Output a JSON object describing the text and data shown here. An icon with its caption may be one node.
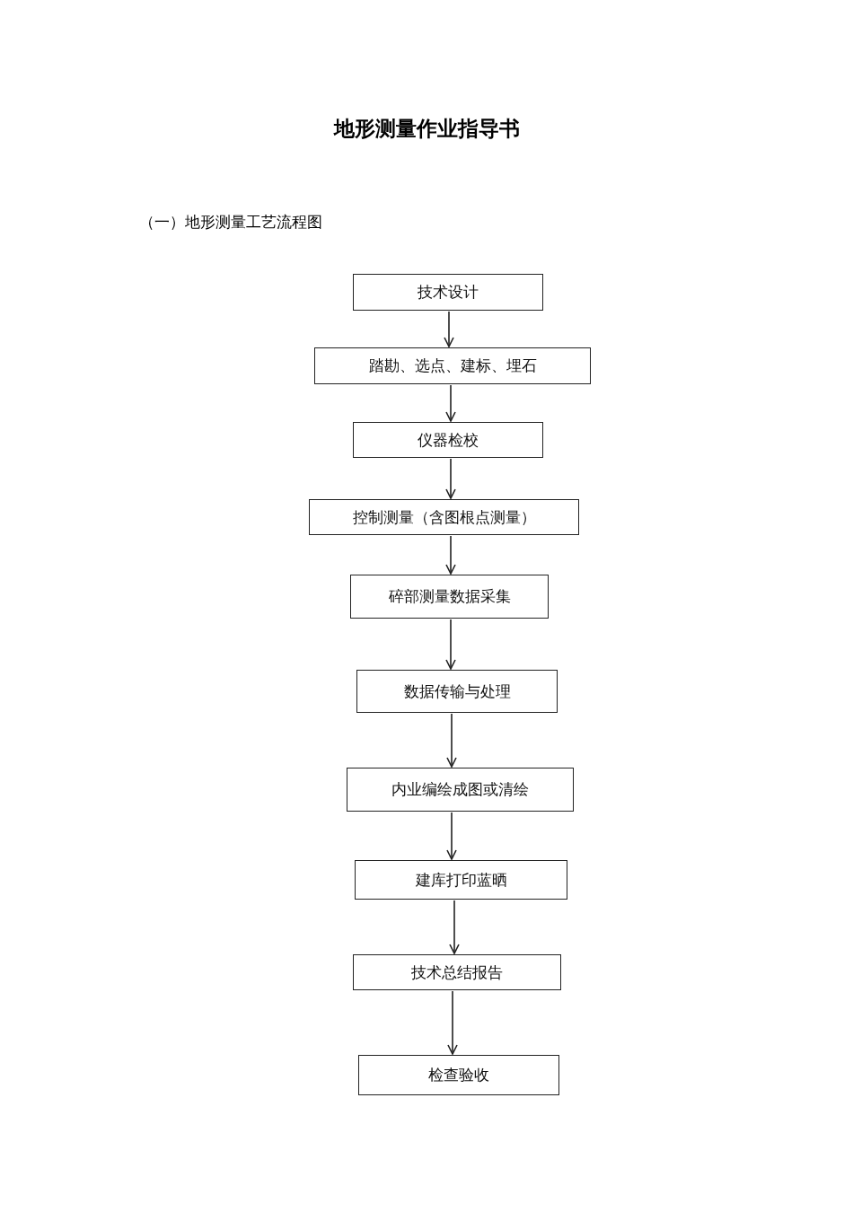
{
  "diagram": {
    "title": "地形测量作业指导书",
    "nodes": [
      {
        "text": [
          "技术设计"
        ]
      },
      {
        "text": [
          "踏勘、选点、建标、埋石"
        ]
      },
      {
        "text": [
          "仪器检校"
        ]
      },
      {
        "text": [
          "控制测量（含图根点测量）"
        ]
      },
      {
        "text": [
          "碎部测量数据采集"
        ]
      },
      {
        "text": [
          "数据传输与处理"
        ]
      },
      {
        "text": [
          "内业编绘成图或清绘"
        ]
      },
      {
        "text": [
          "建库打印蓝晒"
        ]
      },
      {
        "text": [
          "技术总结报告"
        ]
      },
      {
        "text": [
          "检查验收"
        ]
      }
    ],
    "edges": [
      {
        "from": 0,
        "to": 1,
        "arrow": "to"
      },
      {
        "from": 1,
        "to": 2,
        "arrow": "to"
      },
      {
        "from": 2,
        "to": 3,
        "arrow": "to"
      },
      {
        "from": 3,
        "to": 4,
        "arrow": "to"
      },
      {
        "from": 4,
        "to": 5,
        "arrow": "to"
      },
      {
        "from": 5,
        "to": 6,
        "arrow": "to"
      },
      {
        "from": 6,
        "to": 7,
        "arrow": "to"
      },
      {
        "from": 7,
        "to": 8,
        "arrow": "to"
      },
      {
        "from": 8,
        "to": 9,
        "arrow": "to"
      }
    ],
    "labels": [
      "（一）地形测量工艺流程图"
    ]
  }
}
